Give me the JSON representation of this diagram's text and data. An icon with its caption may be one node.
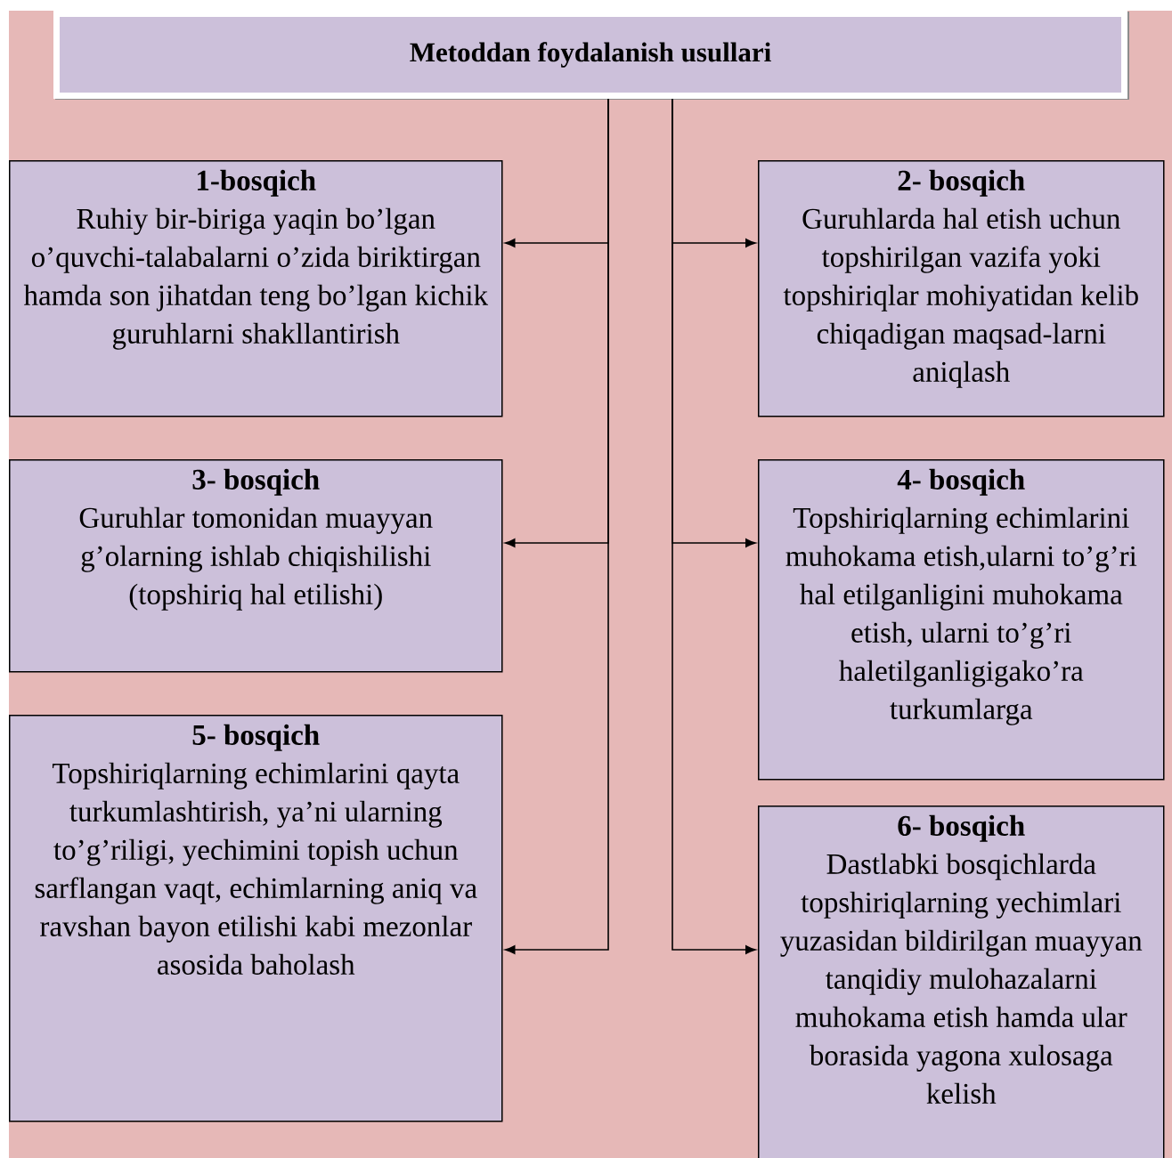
{
  "diagram": {
    "nodes": [
      {
        "text": [
          "Metoddan foydalanish usullari"
        ]
      },
      {
        "text": [
          "1-bosqich",
          "Ruhiy bir-biriga yaqin bo’lgan o’quvchi-talabalarni o’zida biriktirgan hamda son jihatdan teng bo’lgan kichik guruhlarni shakllantirish"
        ]
      },
      {
        "text": [
          "2- bosqich",
          "Guruhlarda hal etish uchun topshirilgan vazifa yoki topshiriqlar mohiyatidan kelib chiqadigan maqsad-larni aniqlash"
        ]
      },
      {
        "text": [
          "3- bosqich",
          "Guruhlar tomonidan muayyan g’olarning ishlab chiqishilishi (topshiriq hal etilishi)"
        ]
      },
      {
        "text": [
          "4- bosqich",
          "Topshiriqlarning echimlarini muhokama etish,ularni to’g’ri hal etilganligini muhokama etish, ularni to’g’ri haletilganligigako’ra turkumlarga"
        ]
      },
      {
        "text": [
          "5- bosqich",
          "Topshiriqlarning echimlarini qayta turkumlashtirish, ya’ni ularning to’g’riligi, yechimini topish uchun sarflangan vaqt, echimlarning aniq va ravshan bayon etilishi kabi mezonlar asosida baholash"
        ]
      },
      {
        "text": [
          "6- bosqich",
          "Dastlabki bosqichlarda topshiriqlarning yechimlari yuzasidan bildirilgan muayyan tanqidiy mulohazalarni muhokama etish hamda ular borasida yagona xulosaga kelish"
        ]
      }
    ],
    "edges": [
      {
        "from": 0,
        "to": 1,
        "arrow": "to"
      },
      {
        "from": 0,
        "to": 2,
        "arrow": "to"
      },
      {
        "from": 0,
        "to": 3,
        "arrow": "to"
      },
      {
        "from": 0,
        "to": 4,
        "arrow": "to"
      },
      {
        "from": 0,
        "to": 5,
        "arrow": "to"
      },
      {
        "from": 0,
        "to": 6,
        "arrow": "to"
      }
    ]
  }
}
